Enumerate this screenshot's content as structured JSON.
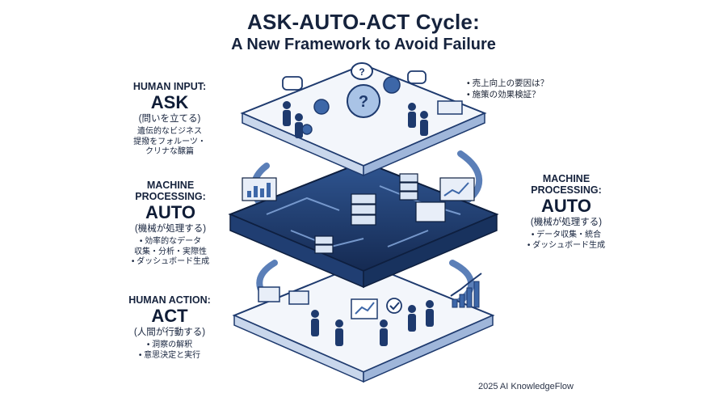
{
  "title": {
    "line1": "ASK-AUTO-ACT Cycle:",
    "line2": "A New Framework to Avoid Failure"
  },
  "ask": {
    "kicker": "HUMAN INPUT:",
    "name": "ASK",
    "subtitle": "(問いを立てる)",
    "desc1": "遺伝的なビジネス",
    "desc2": "提撥をフォルーツ・",
    "desc3": "クリナな醸篇",
    "questions": [
      "• 売上向上の要因は？",
      "• 施策の効果検証？"
    ]
  },
  "auto_left": {
    "kicker1": "MACHINE",
    "kicker2": "PROCESSING:",
    "name": "AUTO",
    "subtitle": "(機械が処理する)",
    "points": [
      "• 効率的なデータ",
      "収集・分析・実際性",
      "• ダッシュボード生成"
    ]
  },
  "auto_right": {
    "kicker1": "MACHINE",
    "kicker2": "PROCESSING:",
    "name": "AUTO",
    "subtitle": "(機械が処理する)",
    "points": [
      "• データ収集・統合",
      "• ダッシュボード生成"
    ]
  },
  "act": {
    "kicker": "HUMAN ACTION:",
    "name": "ACT",
    "subtitle": "(人間が行動する)",
    "points": [
      "• 洞察の解釈",
      "• 意思決定と実行"
    ]
  },
  "footer": "2025 AI KnowledgeFlow",
  "colors": {
    "navy": "#1e3a6e",
    "mid": "#3d67a8",
    "light": "#a9c3e6",
    "pale": "#eef3fa"
  }
}
